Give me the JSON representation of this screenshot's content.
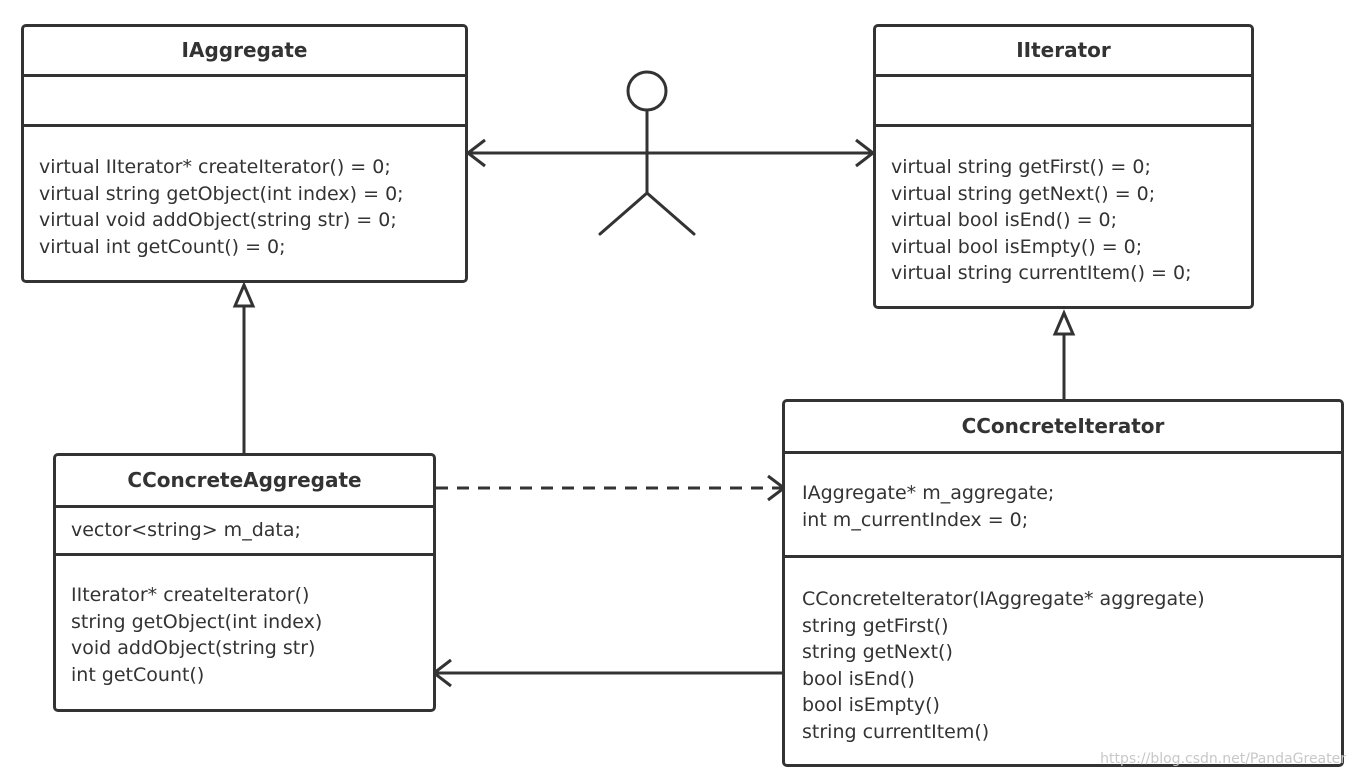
{
  "classes": {
    "iaggregate": {
      "name": "IAggregate",
      "attributes": [],
      "operations": [
        "virtual IIterator* createIterator() = 0;",
        "virtual string getObject(int index) = 0;",
        "virtual void addObject(string str) = 0;",
        "virtual int getCount() = 0;"
      ]
    },
    "iiterator": {
      "name": "IIterator",
      "attributes": [],
      "operations": [
        "virtual string getFirst() = 0;",
        "virtual string getNext() = 0;",
        "virtual bool isEnd() = 0;",
        "virtual bool isEmpty() = 0;",
        "virtual string currentItem() = 0;"
      ]
    },
    "cconcreteaggregate": {
      "name": "CConcreteAggregate",
      "attributes": [
        "vector<string> m_data;"
      ],
      "operations": [
        "IIterator* createIterator()",
        "string getObject(int index)",
        "void addObject(string str)",
        "int getCount()"
      ]
    },
    "cconcreteiterator": {
      "name": "CConcreteIterator",
      "attributes": [
        "IAggregate* m_aggregate;",
        "int m_currentIndex = 0;"
      ],
      "operations": [
        "CConcreteIterator(IAggregate* aggregate)",
        "string getFirst()",
        "string getNext()",
        "bool isEnd()",
        "bool isEmpty()",
        "string currentItem()"
      ]
    }
  },
  "relationships": [
    {
      "type": "association",
      "from": "client",
      "to": "iaggregate"
    },
    {
      "type": "association",
      "from": "client",
      "to": "iiterator"
    },
    {
      "type": "generalization",
      "from": "cconcreteaggregate",
      "to": "iaggregate"
    },
    {
      "type": "generalization",
      "from": "cconcreteiterator",
      "to": "iiterator"
    },
    {
      "type": "dependency",
      "from": "cconcreteaggregate",
      "to": "cconcreteiterator"
    },
    {
      "type": "association",
      "from": "cconcreteiterator",
      "to": "cconcreteaggregate"
    }
  ],
  "watermark": "https://blog.csdn.net/PandaGreater",
  "colors": {
    "stroke": "#333333",
    "background": "#ffffff",
    "watermark": "#c8c8c8"
  }
}
